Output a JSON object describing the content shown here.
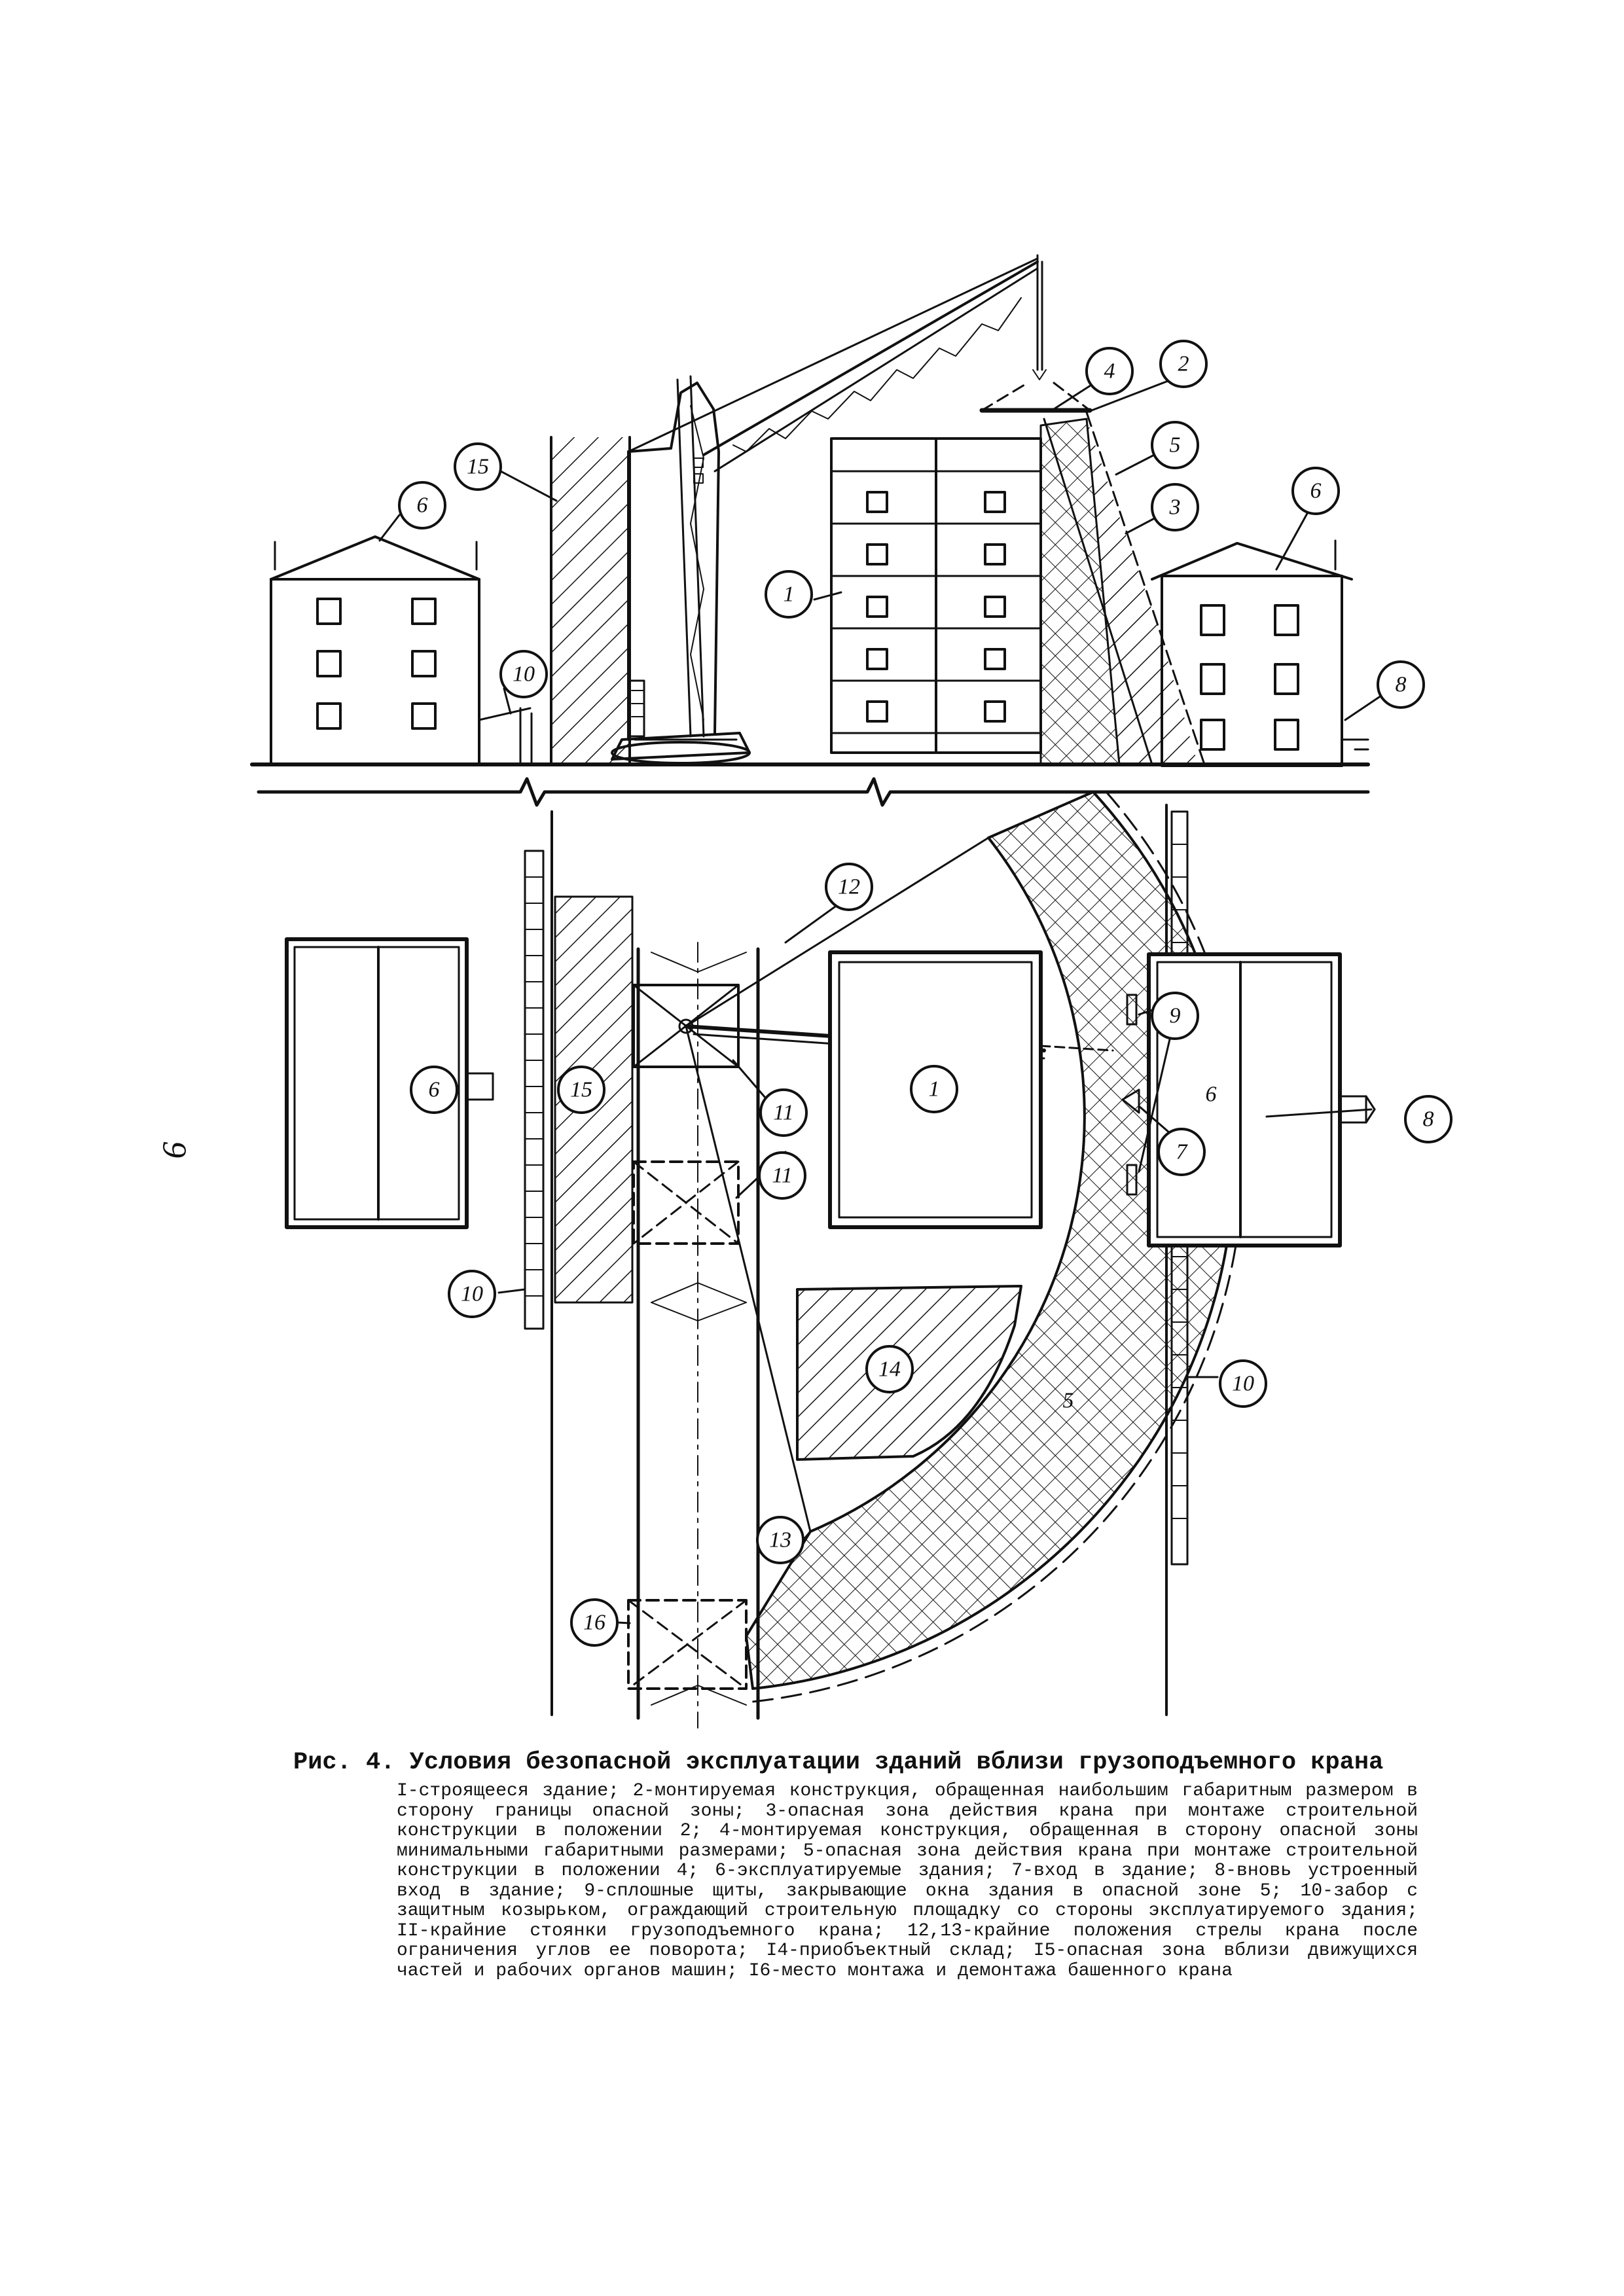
{
  "page": {
    "page_number": "6"
  },
  "figure": {
    "caption_title": "Рис. 4. Условия безопасной эксплуатации зданий вблизи грузоподъемного крана",
    "caption_body": "I-строящееся здание; 2-монтируемая конструкция, обращенная наибольшим габаритным размером в сторону границы опасной зоны; 3-опасная зона действия крана при монтаже строительной конструкции в положении 2; 4-монтируемая конструкция, обращенная в сторону опасной зоны минимальными габаритными размерами; 5-опасная зона действия крана при монтаже строительной конструкции в положении 4; 6-эксплуатируемые здания; 7-вход в здание; 8-вновь устроенный вход в здание; 9-сплошные щиты, закрывающие окна здания в опасной зоне 5; 10-забор с защитным козырьком, ограждающий строительную площадку со стороны эксплуатируемого здания; II-крайние стоянки грузоподъемного крана; 12,13-крайние положения стрелы крана после ограничения углов ее поворота; I4-приобъектный склад; I5-опасная зона вблизи движущихся частей и рабочих органов машин; I6-место монтажа и демонтажа башенного крана"
  },
  "callouts": {
    "elevation": {
      "n1": "1",
      "n2": "2",
      "n3": "3",
      "n4": "4",
      "n5": "5",
      "n6_left": "6",
      "n6_right": "6",
      "n8": "8",
      "n10": "10",
      "n15": "15"
    },
    "plan": {
      "n1": "1",
      "n5": "5",
      "n6_left": "6",
      "n6_right": "6",
      "n7": "7",
      "n8": "8",
      "n9": "9",
      "n10_left": "10",
      "n10_right": "10",
      "n11_top": "11",
      "n11_mid": "11",
      "n12": "12",
      "n13": "13",
      "n14": "14",
      "n15": "15",
      "n16": "16"
    }
  },
  "colors": {
    "ink": "#111111",
    "paper": "#ffffff"
  }
}
